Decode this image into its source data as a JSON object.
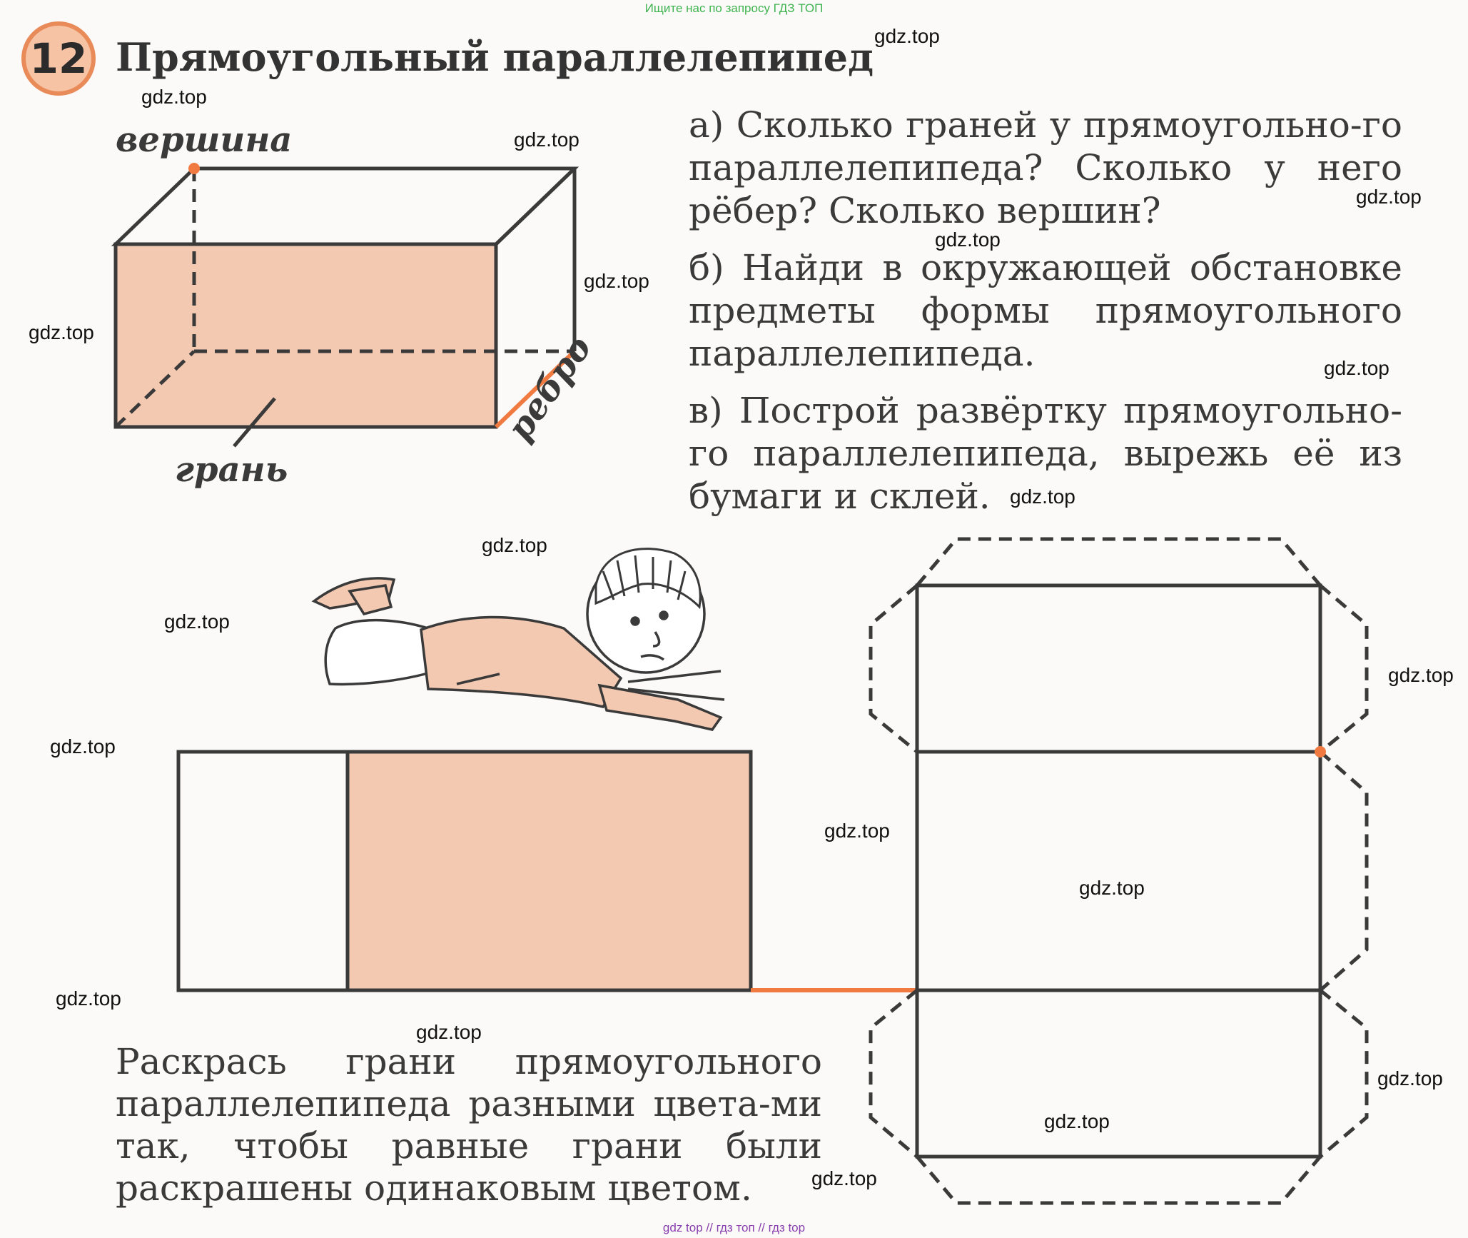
{
  "banner": "Ищите нас по запросу ГДЗ ТОП",
  "lesson": {
    "number": "12",
    "title": "Прямоугольный параллелепипед"
  },
  "box_labels": {
    "vertex": "вершина",
    "face": "грань",
    "edge": "ребро"
  },
  "tasks": {
    "a": "а) Сколько граней у прямоугольно-го параллелепипеда? Сколько у него рёбер? Сколько вершин?",
    "b": "б) Найди в окружающей обстановке предметы формы прямоугольного параллелепипеда.",
    "c": "в) Построй развёртку прямоугольно-го параллелепипеда, вырежь её из бумаги и склей."
  },
  "coloring_task": "Раскрась грани прямоугольного параллелепипеда разными цвета-ми так, чтобы равные грани были раскрашены одинаковым цветом.",
  "watermark": "gdz.top",
  "footer": "gdz top // гдз топ // гдз top",
  "colors": {
    "face_fill": "#f3c9b1",
    "accent": "#f07a3f",
    "line": "#3a3a3a",
    "badge": "#e98a59"
  }
}
